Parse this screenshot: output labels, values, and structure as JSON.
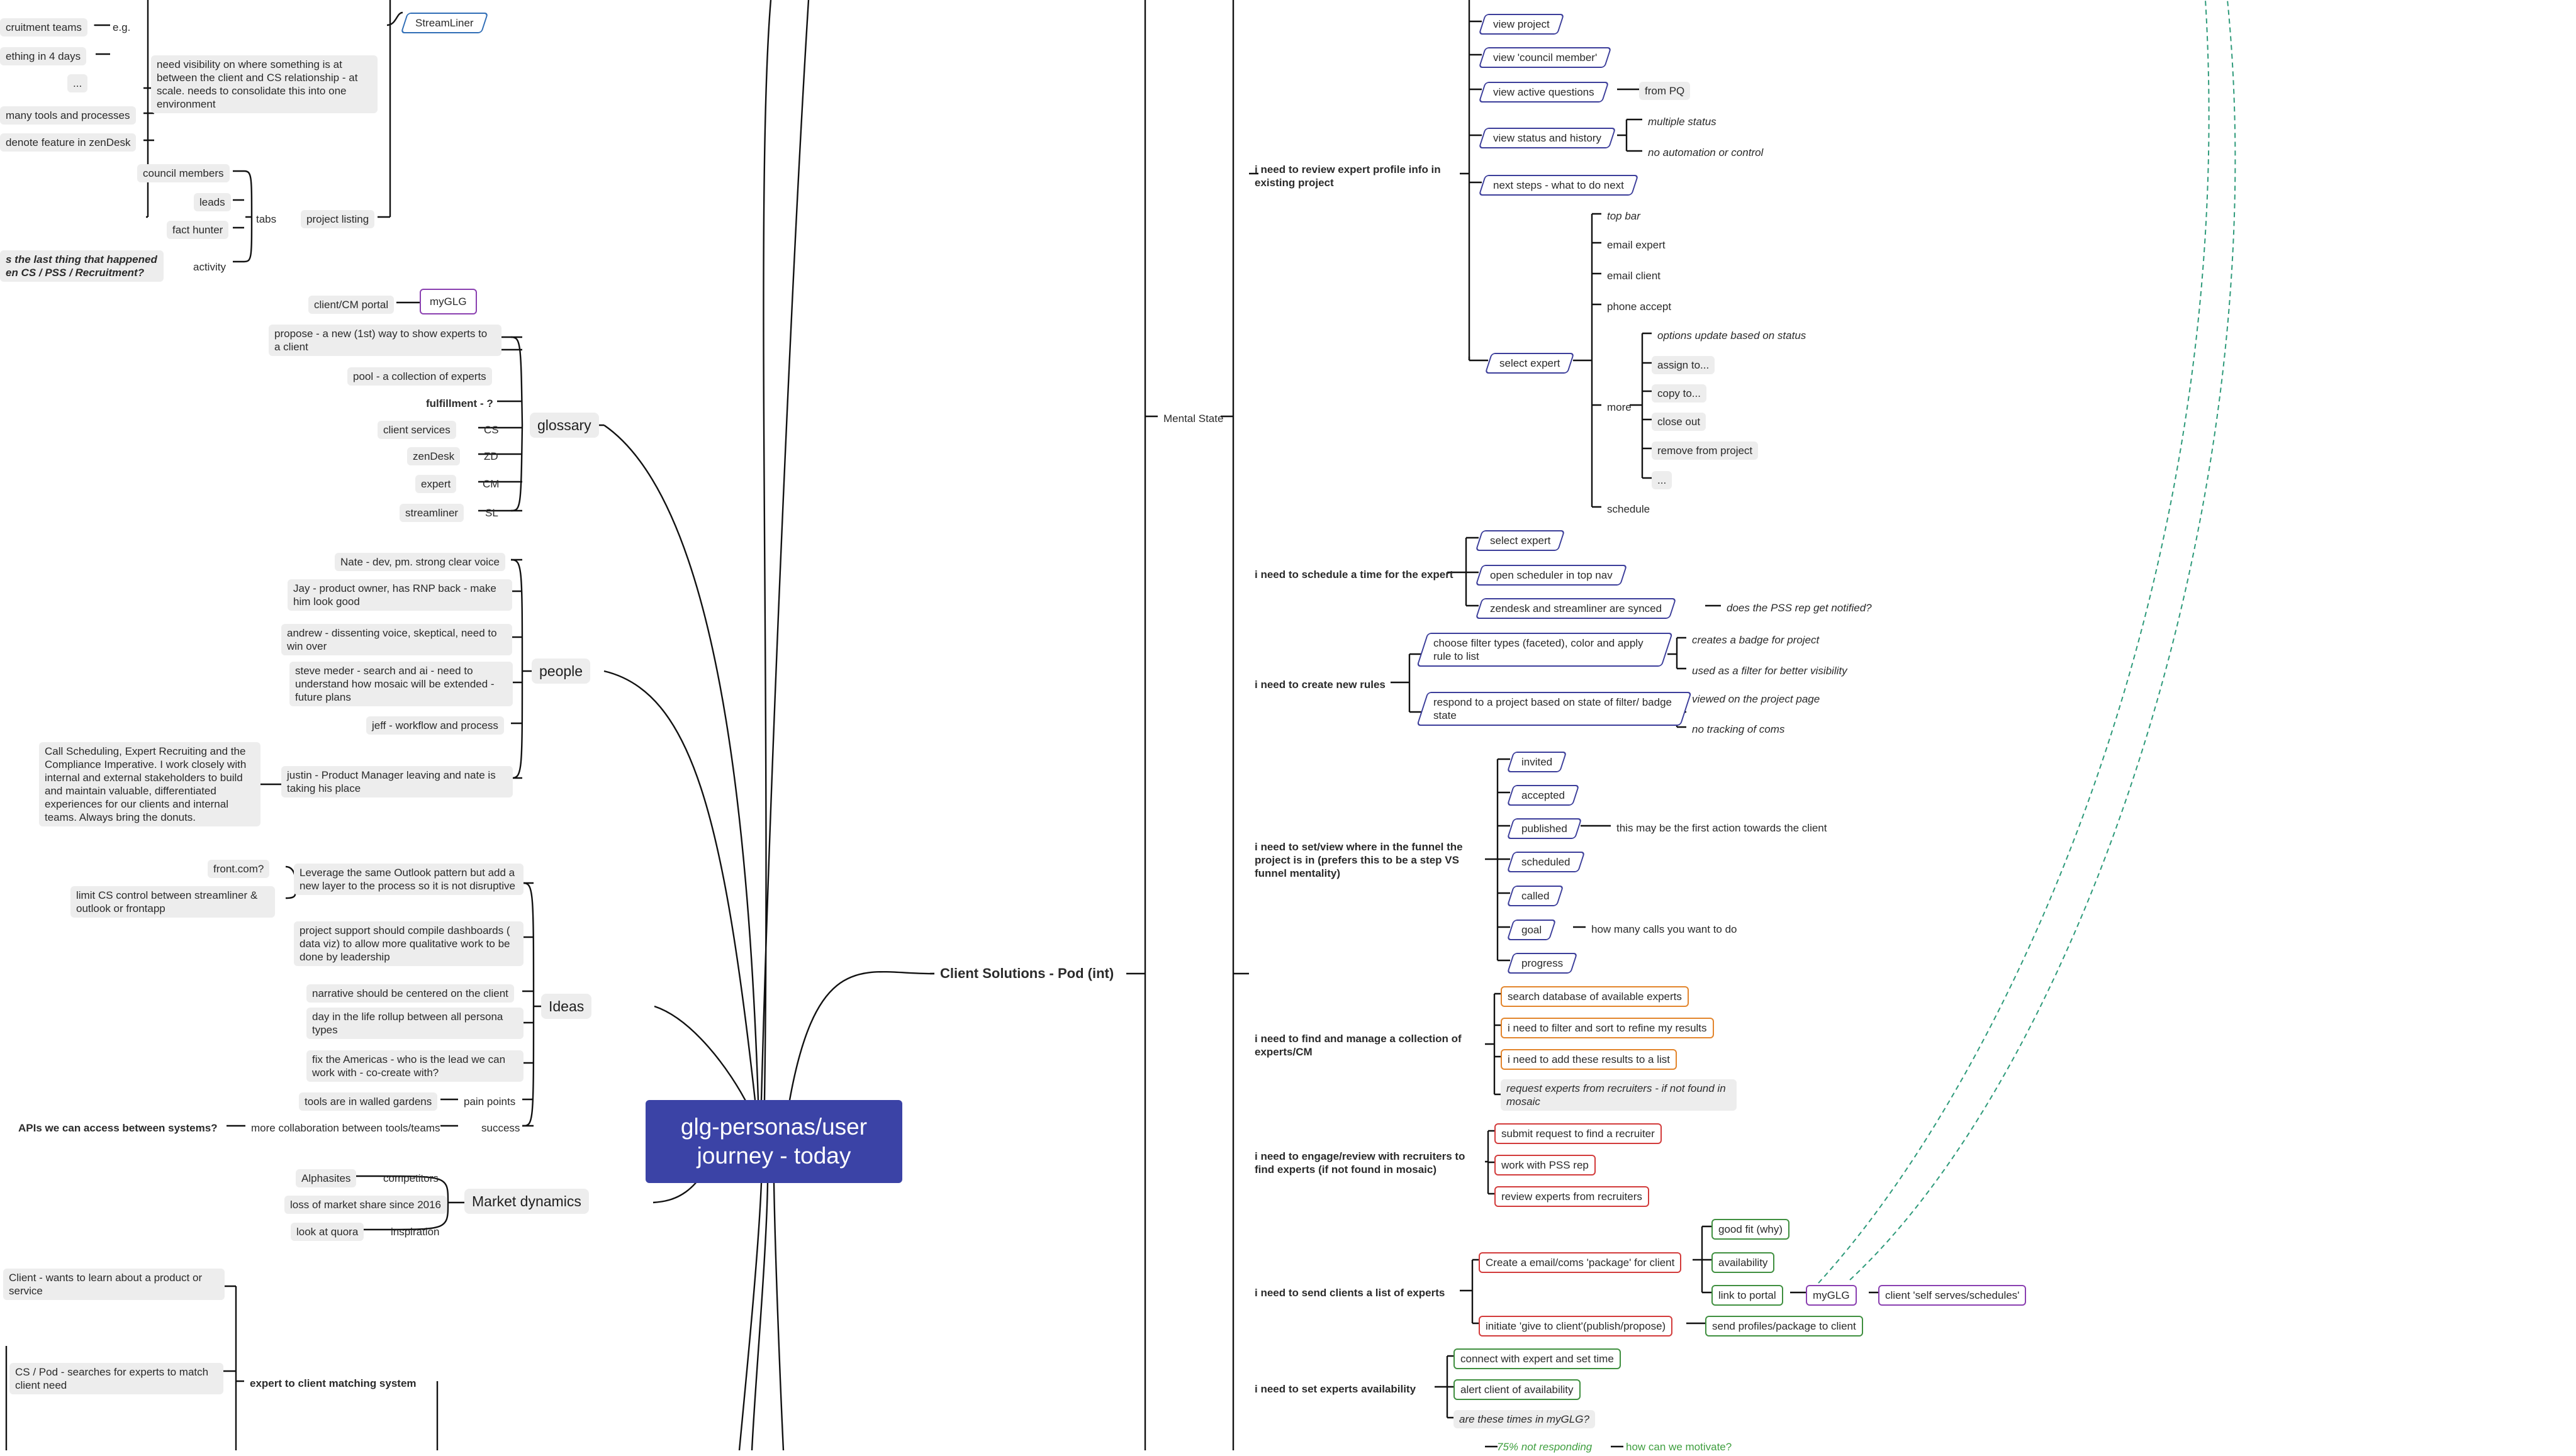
{
  "central": "glg-personas/user journey - today",
  "colors": {
    "central": "#3b43a6",
    "line": "#111111",
    "para": "#3b3d9a",
    "para_blue": "#2f6db6",
    "orange": "#e3852c",
    "red": "#d23a3a",
    "green": "#3f8f3f",
    "purple": "#8a3fb0",
    "dashed": "#2e9a7a"
  },
  "nodes": {
    "n1": "cruitment teams",
    "n2": "e.g.",
    "n3": "ething in 4 days",
    "n4": "...",
    "n5": "many tools and processes",
    "n6": "denote feature in zenDesk",
    "n7": "need visibility on where something is at between the client and CS relationship - at scale. needs to consolidate this into one environment",
    "n8": "StreamLiner",
    "n9": "council members",
    "n10": "leads",
    "n11": "fact hunter",
    "n12": "tabs",
    "n13": "project listing",
    "n14": "s the last thing that happened en CS / PSS / Recruitment?",
    "n15": "activity",
    "g1": "client/CM portal",
    "g2": "myGLG",
    "g3": "propose - a new (1st) way to show experts to a client",
    "g4": "pool - a collection of experts",
    "g5": "fulfillment - ?",
    "g6": "client services",
    "g7": "CS",
    "g8": "zenDesk",
    "g9": "ZD",
    "g10": "expert",
    "g11": "CM",
    "g12": "streamliner",
    "g13": "SL",
    "glossary": "glossary",
    "p1": "Nate - dev, pm. strong clear voice",
    "p2": "Jay - product owner, has RNP back - make him look good",
    "p3": "andrew - dissenting voice, skeptical, need to win over",
    "p4": "steve meder - search and ai - need to understand how mosaic will be extended - future plans",
    "p5": "jeff - workflow and process",
    "p6": "justin - Product Manager leaving and nate is taking his place",
    "p7": "Call Scheduling, Expert Recruiting and the Compliance Imperative. I work closely with internal and external stakeholders to build and maintain valuable, differentiated experiences for our clients and internal teams. Always bring the donuts.",
    "people": "people",
    "i1": "front.com?",
    "i2": "limit CS control between streamliner & outlook or frontapp",
    "i3": "Leverage the same Outlook pattern but add a new layer to the process so it is not disruptive",
    "i4": "project support should compile dashboards ( data viz) to allow more qualitative work to be done by leadership",
    "i5": "narrative should be centered on the client",
    "i6": "day in the life rollup between all persona types",
    "i7": "fix the Americas - who is the lead we can work with - co-create with?",
    "i8": "tools are in walled gardens",
    "i9": "pain points",
    "i10": "APIs we can access between systems?",
    "i11": "more collaboration between tools/teams",
    "i12": "success",
    "ideas": "Ideas",
    "m1": "Alphasites",
    "m2": "competitors",
    "m3": "loss of market share since 2016",
    "m4": "look at quora",
    "m5": "inspiration",
    "market": "Market dynamics",
    "e1": "Client -  wants to learn about a product or service",
    "e2": "CS / Pod - searches for experts to match client need",
    "e3": "expert to client matching system",
    "cs": "Client Solutions - Pod (int)",
    "mental": "Mental State",
    "r0": "view project",
    "r1": "view 'council member'",
    "r2": "view active questions",
    "r3": "from PQ",
    "r4": "view status and history",
    "r5": "multiple status",
    "r6": "no automation or control",
    "r7": "next steps - what to do next",
    "r8": "i need to review expert profile info in existing project",
    "s1": "top bar",
    "s2": "email expert",
    "s3": "email client",
    "s4": "phone accept",
    "s5": "select expert",
    "s6": "more",
    "s7": "options update based on status",
    "s8": "assign to...",
    "s9": "copy to...",
    "s10": "close out",
    "s11": "remove from project",
    "s12": "...",
    "s13": "schedule",
    "t1": "select expert",
    "t2": "open scheduler in top nav",
    "t3": "zendesk and streamliner are synced",
    "t4": "does the PSS rep get notified?",
    "t5": "i need to schedule a time for the expert",
    "u1": "choose filter types (faceted), color and apply rule to list",
    "u2": "creates a badge for project",
    "u3": "used as a filter for better visibility",
    "u4": "respond to a project based on state of filter/ badge state",
    "u5": "viewed on the project page",
    "u6": "no tracking of coms",
    "u7": "i need to create new rules",
    "f1": "invited",
    "f2": "accepted",
    "f3": "published",
    "f4": "this may be the first action towards the client",
    "f5": "scheduled",
    "f6": "called",
    "f7": "goal",
    "f8": "how many calls you want to do",
    "f9": "progress",
    "f10": "i need to set/view where in the funnel the project is in (prefers this to be a step VS funnel mentality)",
    "c1": "search database of available experts",
    "c2": "i need to filter and sort to refine my results",
    "c3": "i need to add these results to a list",
    "c4": "request experts from recruiters - if not found in mosaic",
    "c5": "i need to find and manage a collection of experts/CM",
    "x1": "submit request to find a recruiter",
    "x2": "work with PSS rep",
    "x3": "review experts from recruiters",
    "x4": "i need to engage/review with recruiters to find experts (if not found in mosaic)",
    "y1": "Create a email/coms 'package' for client",
    "y2": "good fit (why)",
    "y3": "availability",
    "y4": "link to portal",
    "y5": "myGLG",
    "y6": "client 'self serves/schedules'",
    "y7": "initiate 'give to client'(publish/propose)",
    "y8": "send profiles/package to client",
    "y9": "i need to send clients a list of experts",
    "z1": "connect with expert and set time",
    "z2": "alert client of availability",
    "z3": "are these times in myGLG?",
    "z4": "i need to set experts availability",
    "z5": "75% not responding",
    "z6": "how can we motivate?"
  }
}
